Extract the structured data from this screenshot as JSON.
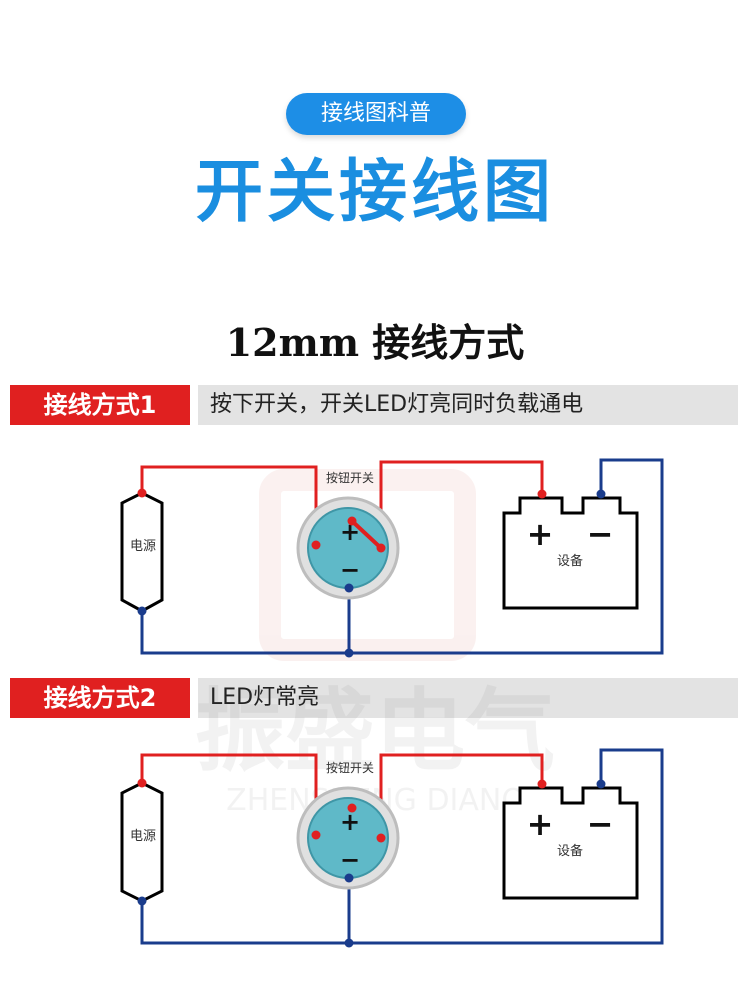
{
  "header": {
    "pill_label": "接线图科普",
    "title": "开关接线图",
    "subtitle": "12mm 接线方式"
  },
  "method1": {
    "tag": "接线方式1",
    "description": "按下开关，开关LED灯亮同时负载通电"
  },
  "method2": {
    "tag": "接线方式2",
    "description": "LED灯常亮"
  },
  "diagram": {
    "power_label": "电源",
    "switch_label": "按钮开关",
    "device_label": "设备",
    "plus": "+",
    "minus": "−"
  },
  "watermark": {
    "brand_cn": "振盛电气",
    "brand_en": "ZHENSHENG DIANQI"
  },
  "colors": {
    "accent_blue": "#1a8ee0",
    "pill_blue": "#1d8ee6",
    "band_red": "#e02020",
    "band_gray": "#e3e3e3",
    "wire_red": "#e02020",
    "wire_blue": "#1a3c8c",
    "switch_face": "#5fb9c8"
  }
}
